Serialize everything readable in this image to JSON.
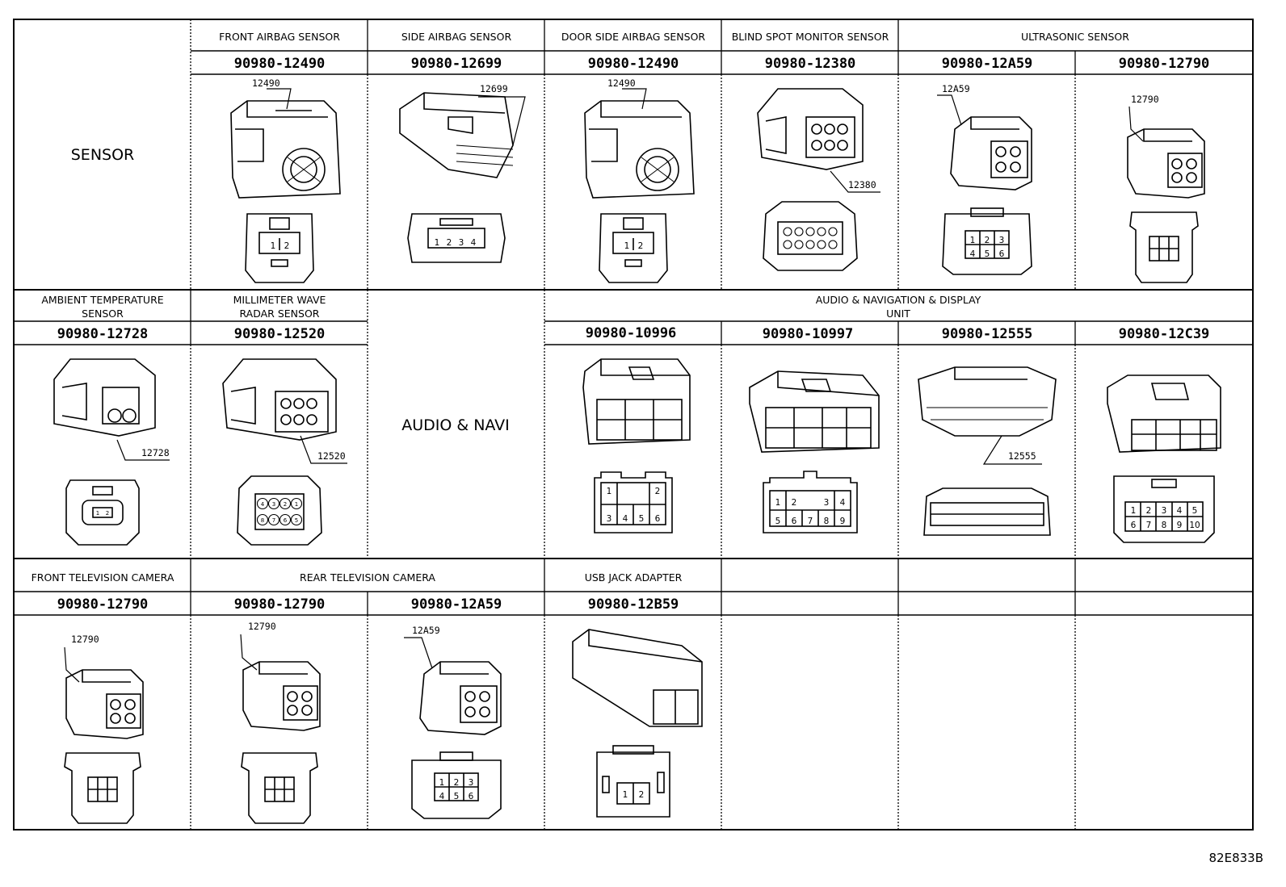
{
  "section_labels": {
    "sensor": "SENSOR",
    "audio_navi": "AUDIO & NAVI"
  },
  "headers": {
    "front_airbag": "FRONT AIRBAG SENSOR",
    "side_airbag": "SIDE AIRBAG SENSOR",
    "door_side_airbag": "DOOR SIDE AIRBAG SENSOR",
    "blind_spot": "BLIND SPOT MONITOR SENSOR",
    "ultrasonic": "ULTRASONIC SENSOR",
    "ambient_temp_1": "AMBIENT TEMPERATURE",
    "ambient_temp_2": "SENSOR",
    "mmwave_1": "MILLIMETER WAVE",
    "mmwave_2": "RADAR SENSOR",
    "audio_nav_1": "AUDIO & NAVIGATION & DISPLAY",
    "audio_nav_2": "UNIT",
    "front_tv": "FRONT TELEVISION CAMERA",
    "rear_tv": "REAR TELEVISION CAMERA",
    "usb": "USB JACK ADAPTER"
  },
  "part_numbers": {
    "r1_c1": "90980-12490",
    "r1_c2": "90980-12699",
    "r1_c3": "90980-12490",
    "r1_c4": "90980-12380",
    "r1_c5": "90980-12A59",
    "r1_c6": "90980-12790",
    "r2_c0": "90980-12728",
    "r2_c1": "90980-12520",
    "r2_c3": "90980-10996",
    "r2_c4": "90980-10997",
    "r2_c5": "90980-12555",
    "r2_c6": "90980-12C39",
    "r3_c0": "90980-12790",
    "r3_c1": "90980-12790",
    "r3_c2": "90980-12A59",
    "r3_c3": "90980-12B59"
  },
  "callouts": {
    "r1_c1": "12490",
    "r1_c2": "12699",
    "r1_c3": "12490",
    "r1_c4": "12380",
    "r1_c5": "12A59",
    "r1_c6": "12790",
    "r2_c0": "12728",
    "r2_c1": "12520",
    "r2_c5": "12555",
    "r3_c0": "12790",
    "r3_c1": "12790",
    "r3_c2": "12A59"
  },
  "pins": {
    "p1": "1",
    "p2": "2",
    "p3": "3",
    "p4": "4",
    "p5": "5",
    "p6": "6",
    "p7": "7",
    "p8": "8",
    "p9": "9",
    "p10": "10"
  },
  "figure_code": "82E833B"
}
